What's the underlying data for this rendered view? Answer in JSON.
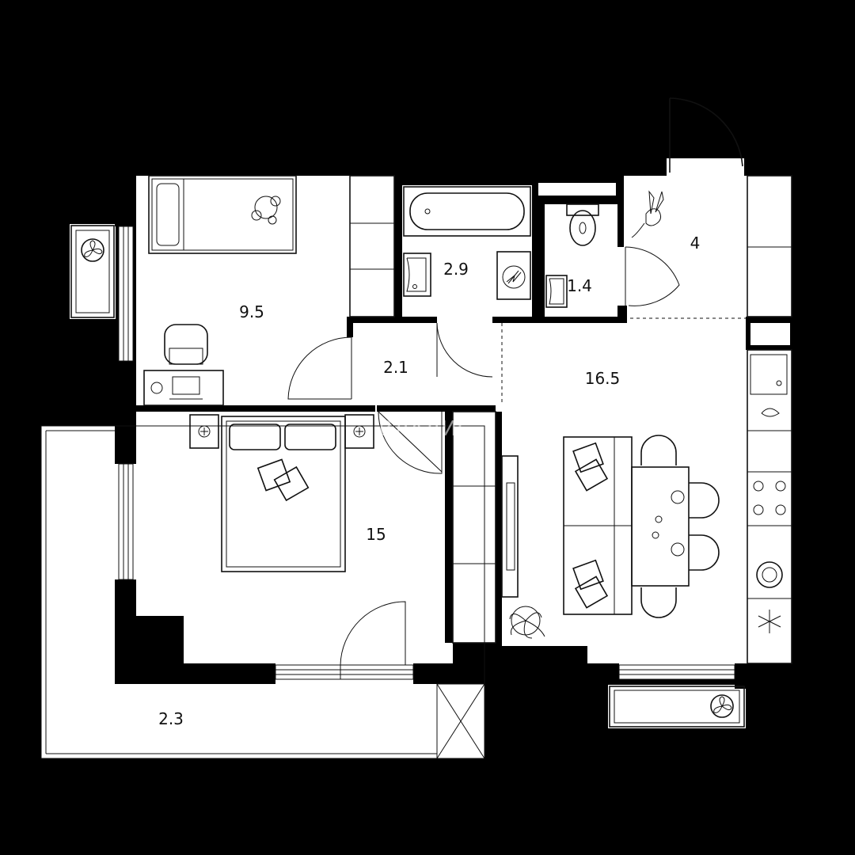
{
  "watermark": "ВЛАДИС",
  "rooms": [
    {
      "id": "bedroom-small",
      "area": "9.5"
    },
    {
      "id": "bathroom",
      "area": "2.9"
    },
    {
      "id": "toilet",
      "area": "1.4"
    },
    {
      "id": "entry",
      "area": "4"
    },
    {
      "id": "hall",
      "area": "2.1"
    },
    {
      "id": "kitchen-living",
      "area": "16.5"
    },
    {
      "id": "bedroom-main",
      "area": "15"
    },
    {
      "id": "balcony",
      "area": "2.3"
    }
  ],
  "colors": {
    "background": "#000000",
    "floor": "#ffffff",
    "wall": "#000000",
    "line": "#111111"
  }
}
